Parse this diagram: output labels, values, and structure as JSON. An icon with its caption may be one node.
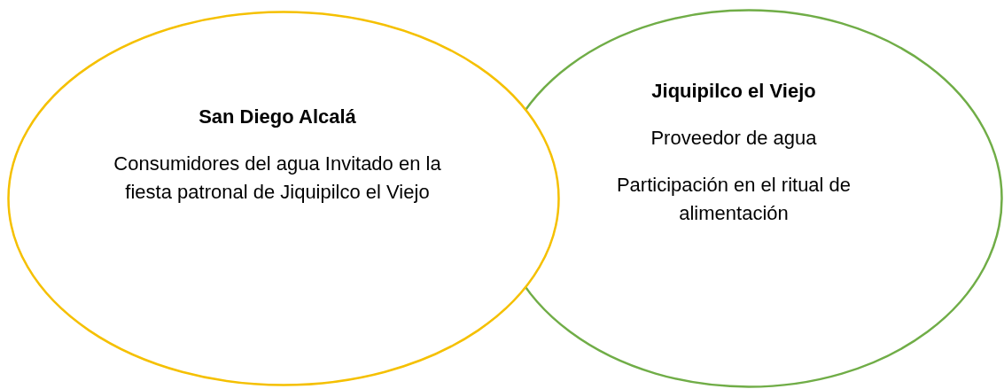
{
  "diagram": {
    "nodes": [
      {
        "text": [
          "San Diego Alcalá",
          "Consumidores del agua Invitado en la fiesta patronal de Jiquipilco el Viejo"
        ]
      },
      {
        "text": [
          "Jiquipilco el Viejo",
          "Proveedor de agua",
          "Participación en el ritual de alimentación"
        ]
      }
    ]
  }
}
